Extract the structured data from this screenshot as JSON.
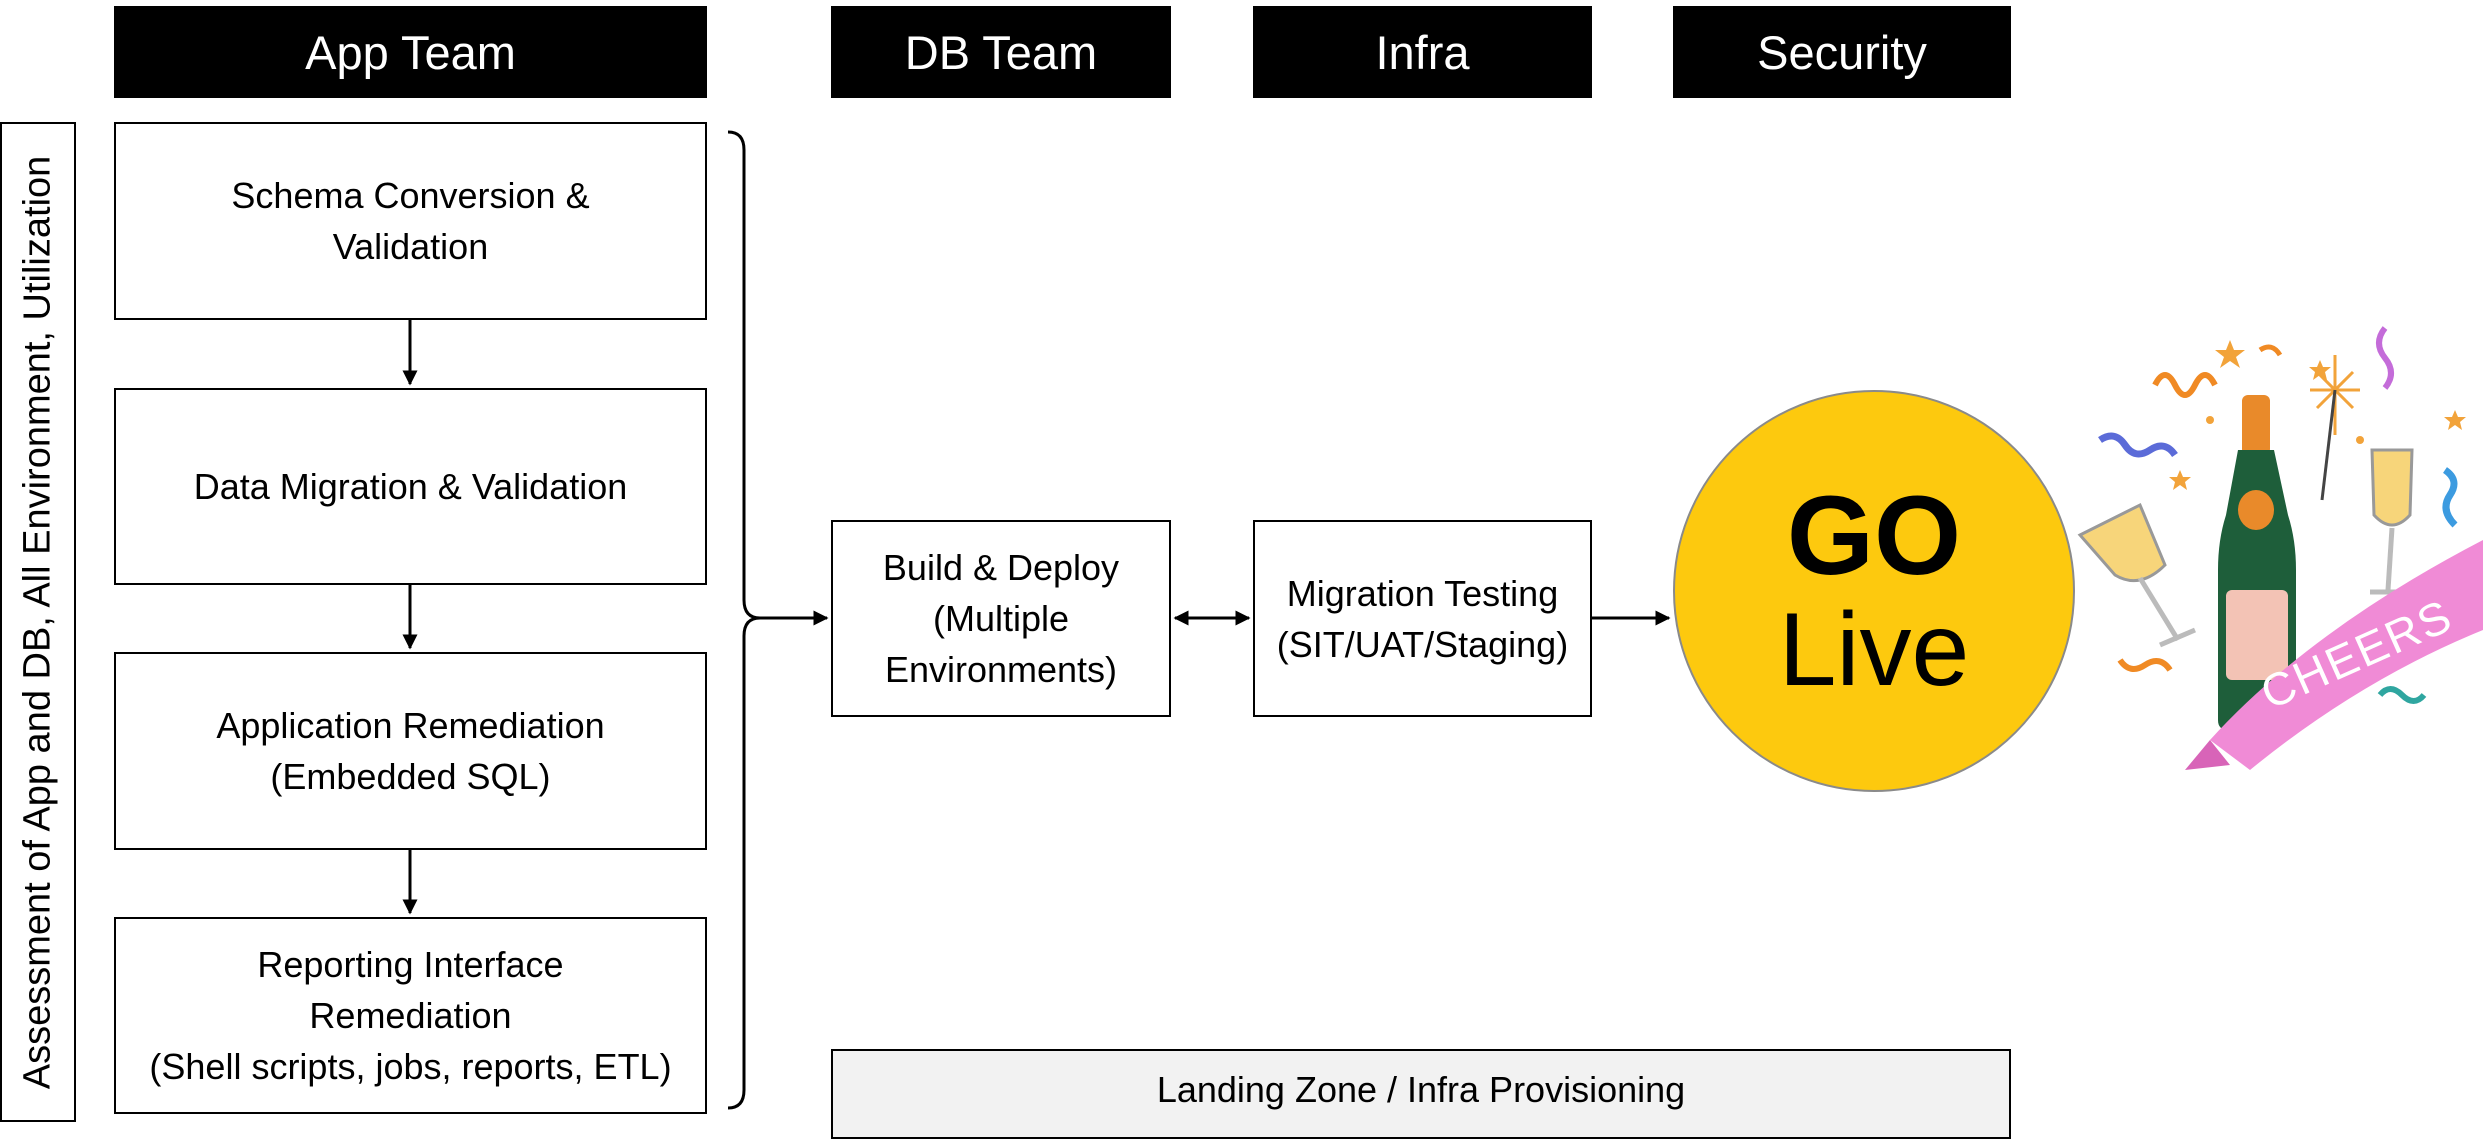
{
  "headers": {
    "app_team": "App Team",
    "db_team": "DB Team",
    "infra": "Infra",
    "security": "Security"
  },
  "side_label": "Assessment of App and DB, All Environment, Utilization",
  "app_steps": [
    {
      "label": "Schema Conversion &\nValidation"
    },
    {
      "label": "Data Migration & Validation"
    },
    {
      "label": "Application  Remediation\n(Embedded SQL)"
    },
    {
      "label": "Reporting Interface\nRemediation\n(Shell scripts, jobs, reports, ETL)"
    }
  ],
  "build_deploy": "Build & Deploy\n(Multiple\nEnvironments)",
  "migration_testing": "Migration Testing\n(SIT/UAT/Staging)",
  "go_live": {
    "go": "GO",
    "live": "Live",
    "color": "#FDC90E"
  },
  "landing_zone": "Landing Zone / Infra Provisioning",
  "cheers_banner": "CHEERS"
}
